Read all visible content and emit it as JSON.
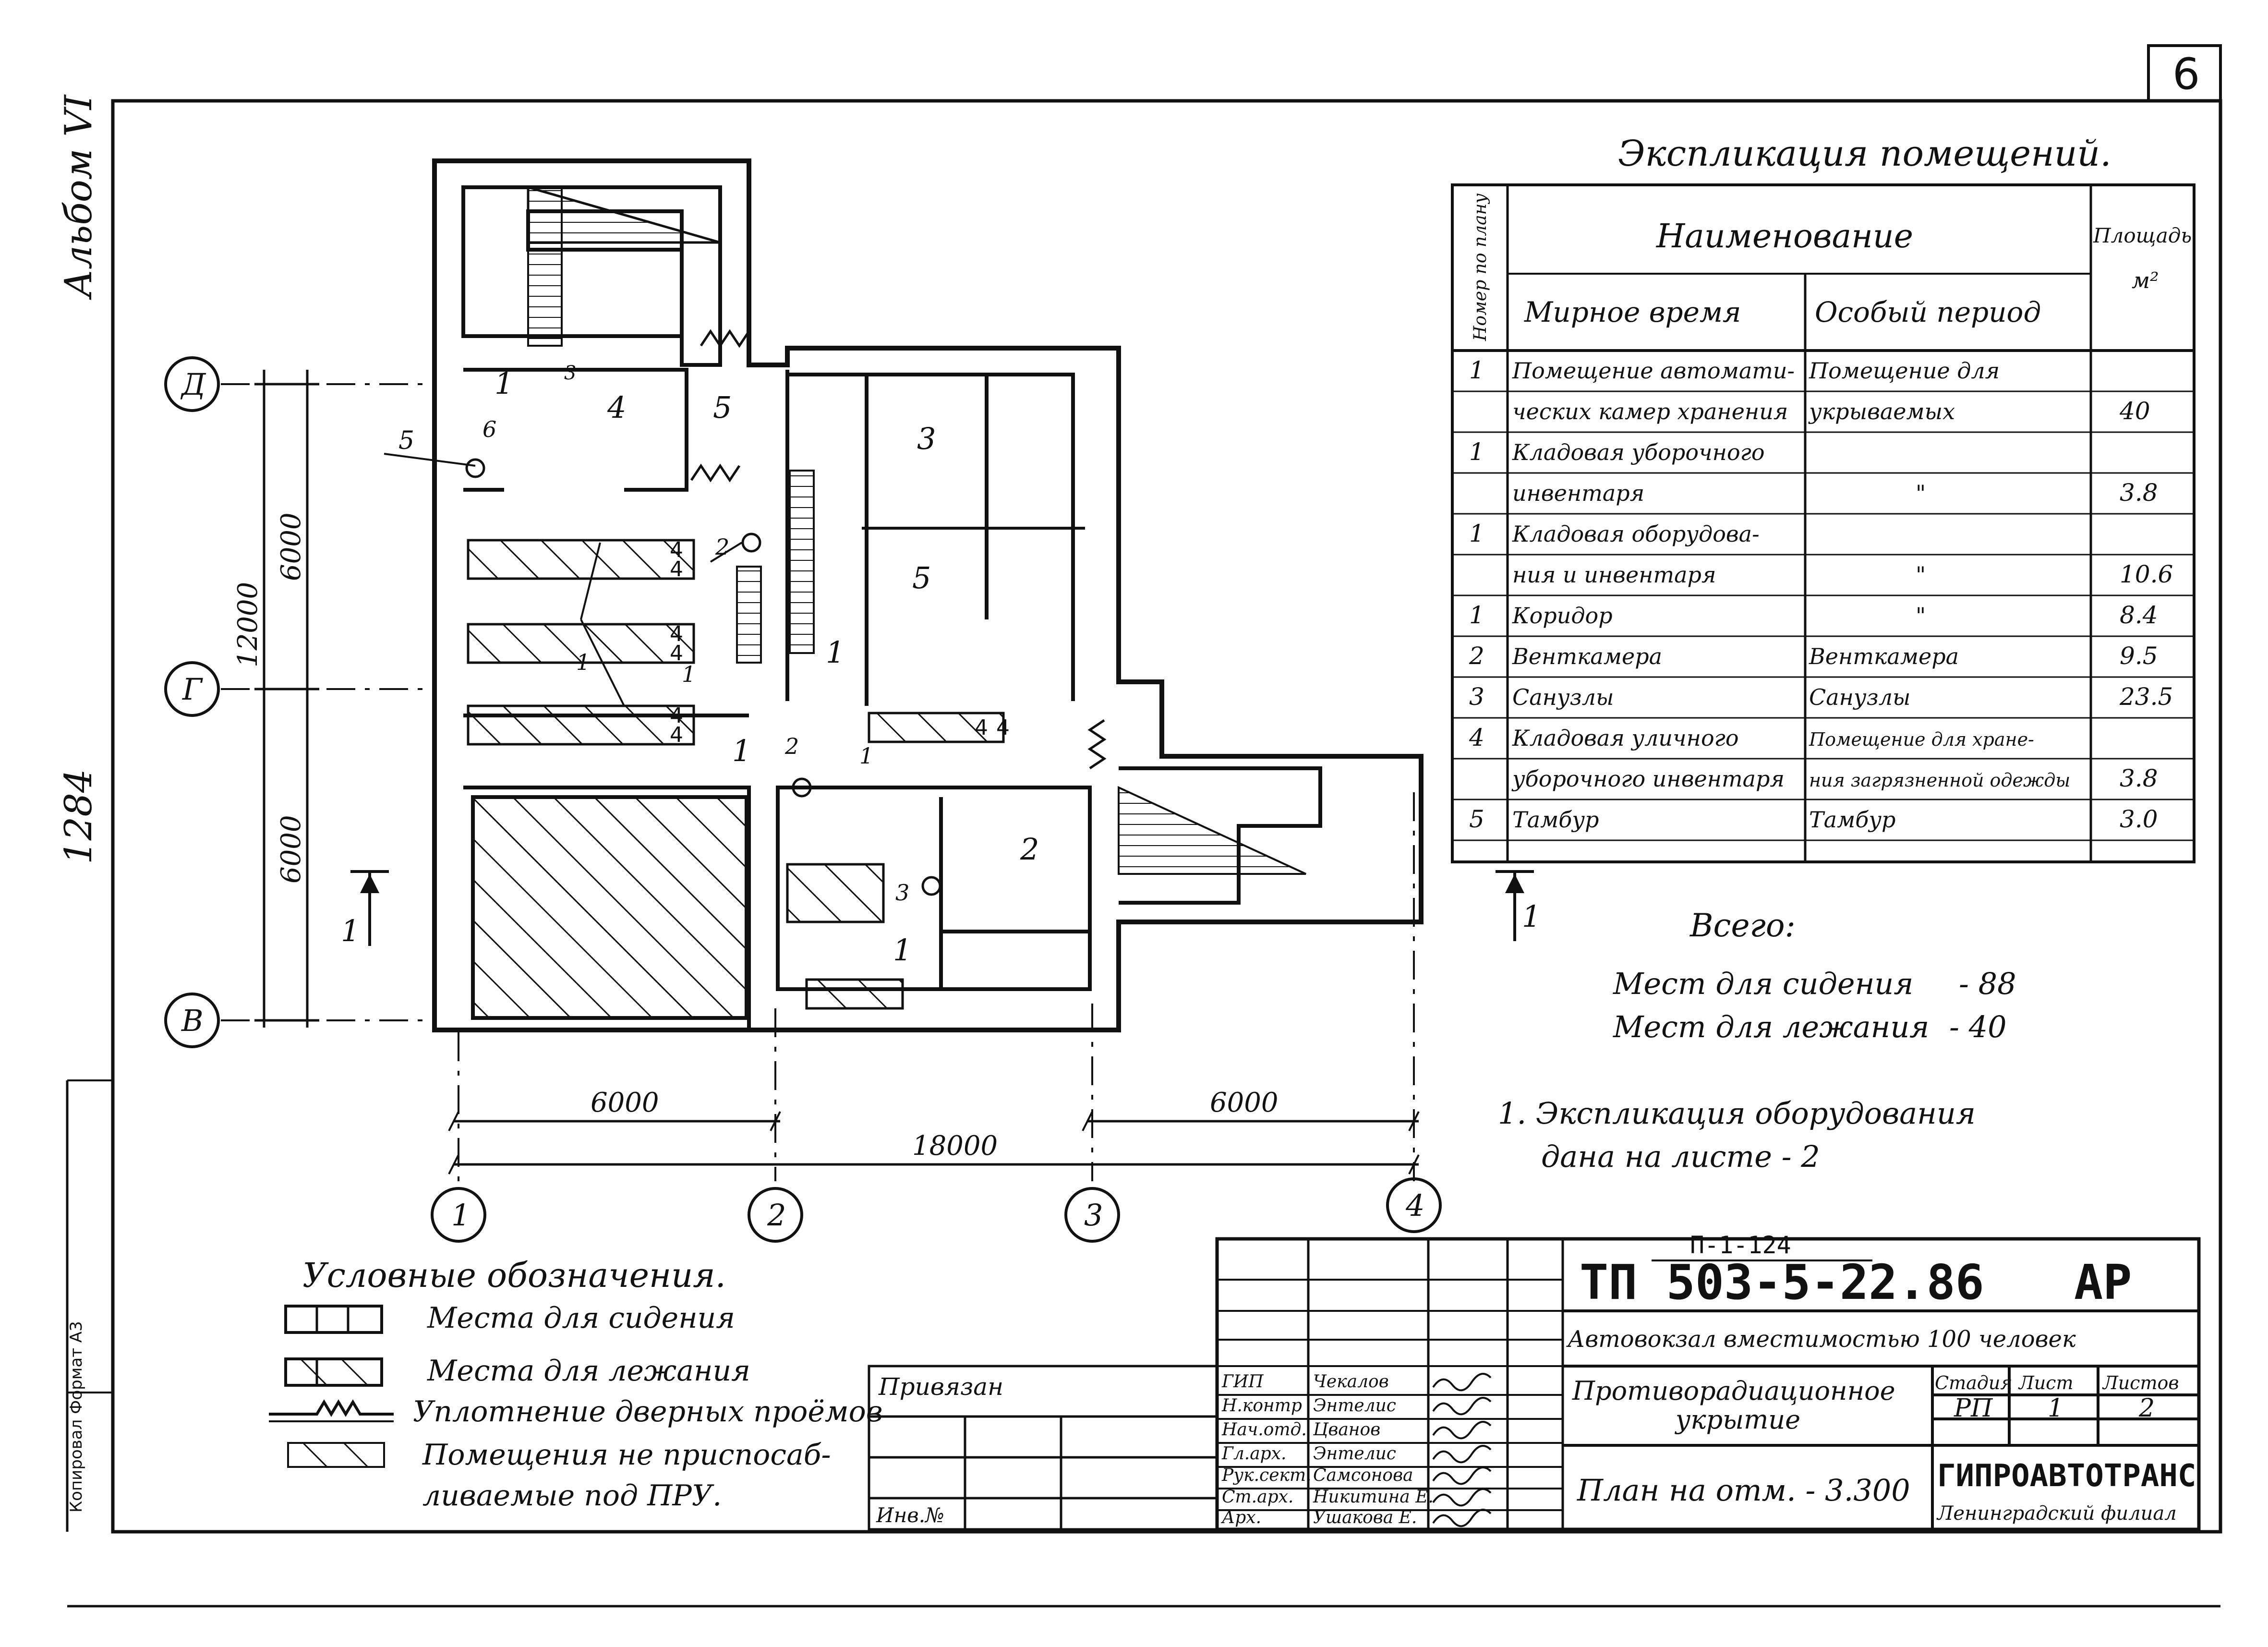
{
  "sheet_number": "6",
  "side_labels": {
    "top": "Альбом VI",
    "mid": "1284",
    "stamp": "Копировал   Формат А3"
  },
  "axes": {
    "rows": [
      "Д",
      "Г",
      "В"
    ],
    "cols": [
      "1",
      "2",
      "3",
      "4"
    ],
    "dims": {
      "total_vert": "12000",
      "upper_vert": "6000",
      "lower_vert": "6000",
      "left_horiz": "6000",
      "right_horiz": "6000",
      "total_horiz": "18000"
    },
    "section_mark": "1"
  },
  "room_marks": [
    "1",
    "2",
    "3",
    "4",
    "5",
    "1",
    "1",
    "1",
    "2",
    "3",
    "1",
    "5",
    "5",
    "6",
    "1",
    "2",
    "1",
    "2",
    "3",
    "1",
    "3"
  ],
  "bench_marks": [
    "4",
    "4",
    "4",
    "4",
    "4",
    "4",
    "4",
    "4"
  ],
  "explication": {
    "title": "Экспликация помещений.",
    "headers": {
      "num": "Номер по плану",
      "name": "Наименование",
      "peace": "Мирное время",
      "special": "Особый период",
      "area": "Площадь",
      "unit": "м²"
    },
    "rows": [
      {
        "n": "1",
        "a": "Помещение автомати-",
        "b": "Помещение для",
        "s": ""
      },
      {
        "n": "",
        "a": "ческих камер хранения",
        "b": "укрываемых",
        "s": "40"
      },
      {
        "n": "1",
        "a": "Кладовая уборочного",
        "b": "",
        "s": ""
      },
      {
        "n": "",
        "a": "инвентаря",
        "b": "\"",
        "s": "3.8"
      },
      {
        "n": "1",
        "a": "Кладовая оборудова-",
        "b": "",
        "s": ""
      },
      {
        "n": "",
        "a": "ния и инвентаря",
        "b": "\"",
        "s": "10.6"
      },
      {
        "n": "1",
        "a": "Коридор",
        "b": "\"",
        "s": "8.4"
      },
      {
        "n": "2",
        "a": "Венткамера",
        "b": "Венткамера",
        "s": "9.5"
      },
      {
        "n": "3",
        "a": "Санузлы",
        "b": "Санузлы",
        "s": "23.5"
      },
      {
        "n": "4",
        "a": "Кладовая уличного",
        "b": "Помещение для хране-",
        "s": ""
      },
      {
        "n": "",
        "a": "уборочного инвентаря",
        "b": "ния загрязненной одежды",
        "s": "3.8"
      },
      {
        "n": "5",
        "a": "Тамбур",
        "b": "Тамбур",
        "s": "3.0"
      }
    ]
  },
  "totals": {
    "label": "Всего:",
    "sit_label": "Мест для сидения",
    "sit_value": "- 88",
    "lie_label": "Мест для лежания",
    "lie_value": "- 40"
  },
  "note": {
    "line1": "1. Экспликация оборудования",
    "line2": "дана на листе - 2"
  },
  "legend": {
    "title": "Условные обозначения.",
    "items": [
      "Места для сидения",
      "Места для лежания",
      "Уплотнение дверных проёмов",
      "Помещения не приспосаб-",
      "ливаемые под ПРУ."
    ]
  },
  "title_block": {
    "project_top": "П-1-124",
    "code": "ТП 503-5-22.86",
    "mark": "АР",
    "object": "Автовокзал вместимостью 100 человек",
    "part_line1": "Противорадиационное",
    "part_line2": "укрытие",
    "stage_h": "Стадия",
    "sheet_h": "Лист",
    "sheets_h": "Листов",
    "stage": "РП",
    "sheet": "1",
    "sheets": "2",
    "plan_title": "План на отм. - 3.300",
    "org": "ГИПРОАВТОТРАНС",
    "branch": "Ленинградский филиал",
    "bound": "Привязан",
    "inv": "Инв.№",
    "roles": [
      "ГИП",
      "Н.контр",
      "Нач.отд.",
      "Гл.арх.",
      "Рук.сект.",
      "Ст.арх.",
      "Арх."
    ],
    "names": [
      "Чекалов",
      "Энтелис",
      "Цванов",
      "Энтелис",
      "Самсонова",
      "Никитина Е.",
      "Ушакова Е."
    ]
  },
  "colors": {
    "ink": "#111111",
    "paper": "#ffffff"
  }
}
